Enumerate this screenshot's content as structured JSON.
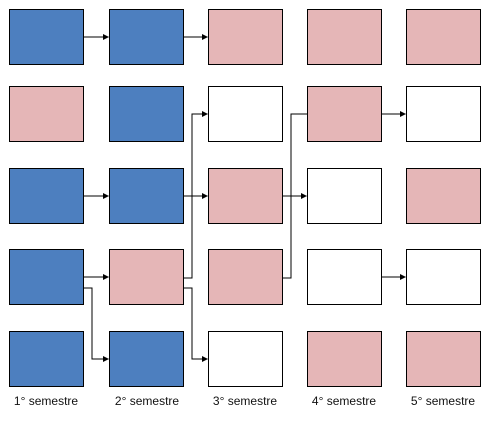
{
  "colors": {
    "blue": "#4d7fbf",
    "pink": "#e5b6b7",
    "white": "#ffffff",
    "border": "#000000",
    "connector": "#000000"
  },
  "semesters": [
    "1° semestre",
    "2° semestre",
    "3° semestre",
    "4° semestre",
    "5° semestre"
  ],
  "grid": [
    [
      "blue",
      "blue",
      "pink",
      "pink",
      "pink"
    ],
    [
      "pink",
      "blue",
      "white",
      "pink",
      "white"
    ],
    [
      "blue",
      "blue",
      "pink",
      "white",
      "pink"
    ],
    [
      "blue",
      "pink",
      "pink",
      "white",
      "white"
    ],
    [
      "blue",
      "blue",
      "white",
      "pink",
      "pink"
    ]
  ],
  "connections": [
    {
      "from": [
        0,
        0
      ],
      "to": [
        0,
        1
      ]
    },
    {
      "from": [
        0,
        1
      ],
      "to": [
        0,
        2
      ]
    },
    {
      "from": [
        2,
        0
      ],
      "to": [
        2,
        1
      ]
    },
    {
      "from": [
        2,
        1
      ],
      "to": [
        2,
        2
      ]
    },
    {
      "from": [
        2,
        2
      ],
      "to": [
        2,
        3
      ]
    },
    {
      "from": [
        3,
        0
      ],
      "to": [
        3,
        1
      ]
    },
    {
      "from": [
        3,
        0
      ],
      "to": [
        4,
        1
      ]
    },
    {
      "from": [
        3,
        1
      ],
      "to": [
        1,
        2
      ]
    },
    {
      "from": [
        3,
        1
      ],
      "to": [
        4,
        2
      ]
    },
    {
      "from": [
        3,
        2
      ],
      "to": [
        1,
        4
      ]
    },
    {
      "from": [
        3,
        3
      ],
      "to": [
        3,
        4
      ]
    }
  ]
}
